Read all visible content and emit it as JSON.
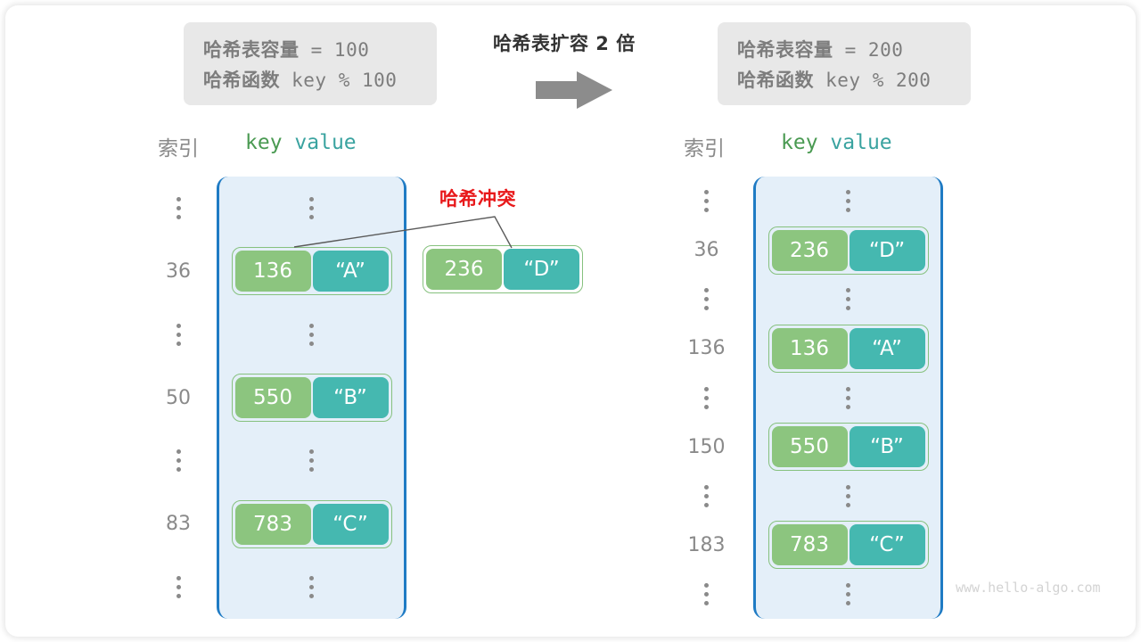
{
  "watermark": "www.hello-algo.com",
  "colors": {
    "key_fill": "#8cc57f",
    "value_fill": "#45b8b0",
    "bucket_fill": "#e4eff9",
    "bucket_border": "#1f7bc4",
    "collision_red": "#e8191b",
    "info_box_bg": "#e8e8e8",
    "muted_text": "#8a8a8a"
  },
  "before_info": {
    "line1_label": "哈希表容量",
    "line1_value": " = 100",
    "line2_label": "哈希函数",
    "line2_value": " key % 100"
  },
  "after_info": {
    "line1_label": "哈希表容量",
    "line1_value": " = 200",
    "line2_label": "哈希函数",
    "line2_value": " key % 200"
  },
  "caption": "哈希表扩容 2 倍",
  "collision_label": "哈希冲突",
  "headers": {
    "index": "索引",
    "key": "key",
    "value": "value"
  },
  "left_table": {
    "rows": [
      {
        "index": "⋮",
        "type": "dots"
      },
      {
        "index": "36",
        "type": "pair",
        "key": "136",
        "value": "“A”"
      },
      {
        "index": "⋮",
        "type": "dots"
      },
      {
        "index": "50",
        "type": "pair",
        "key": "550",
        "value": "“B”"
      },
      {
        "index": "⋮",
        "type": "dots"
      },
      {
        "index": "83",
        "type": "pair",
        "key": "783",
        "value": "“C”"
      },
      {
        "index": "⋮",
        "type": "dots"
      }
    ]
  },
  "collision_pair": {
    "key": "236",
    "value": "“D”"
  },
  "right_table": {
    "rows": [
      {
        "index": "⋮",
        "type": "dots"
      },
      {
        "index": "36",
        "type": "pair",
        "key": "236",
        "value": "“D”"
      },
      {
        "index": "⋮",
        "type": "dots"
      },
      {
        "index": "136",
        "type": "pair",
        "key": "136",
        "value": "“A”"
      },
      {
        "index": "⋮",
        "type": "dots"
      },
      {
        "index": "150",
        "type": "pair",
        "key": "550",
        "value": "“B”"
      },
      {
        "index": "⋮",
        "type": "dots"
      },
      {
        "index": "183",
        "type": "pair",
        "key": "783",
        "value": "“C”"
      },
      {
        "index": "⋮",
        "type": "dots"
      }
    ]
  }
}
